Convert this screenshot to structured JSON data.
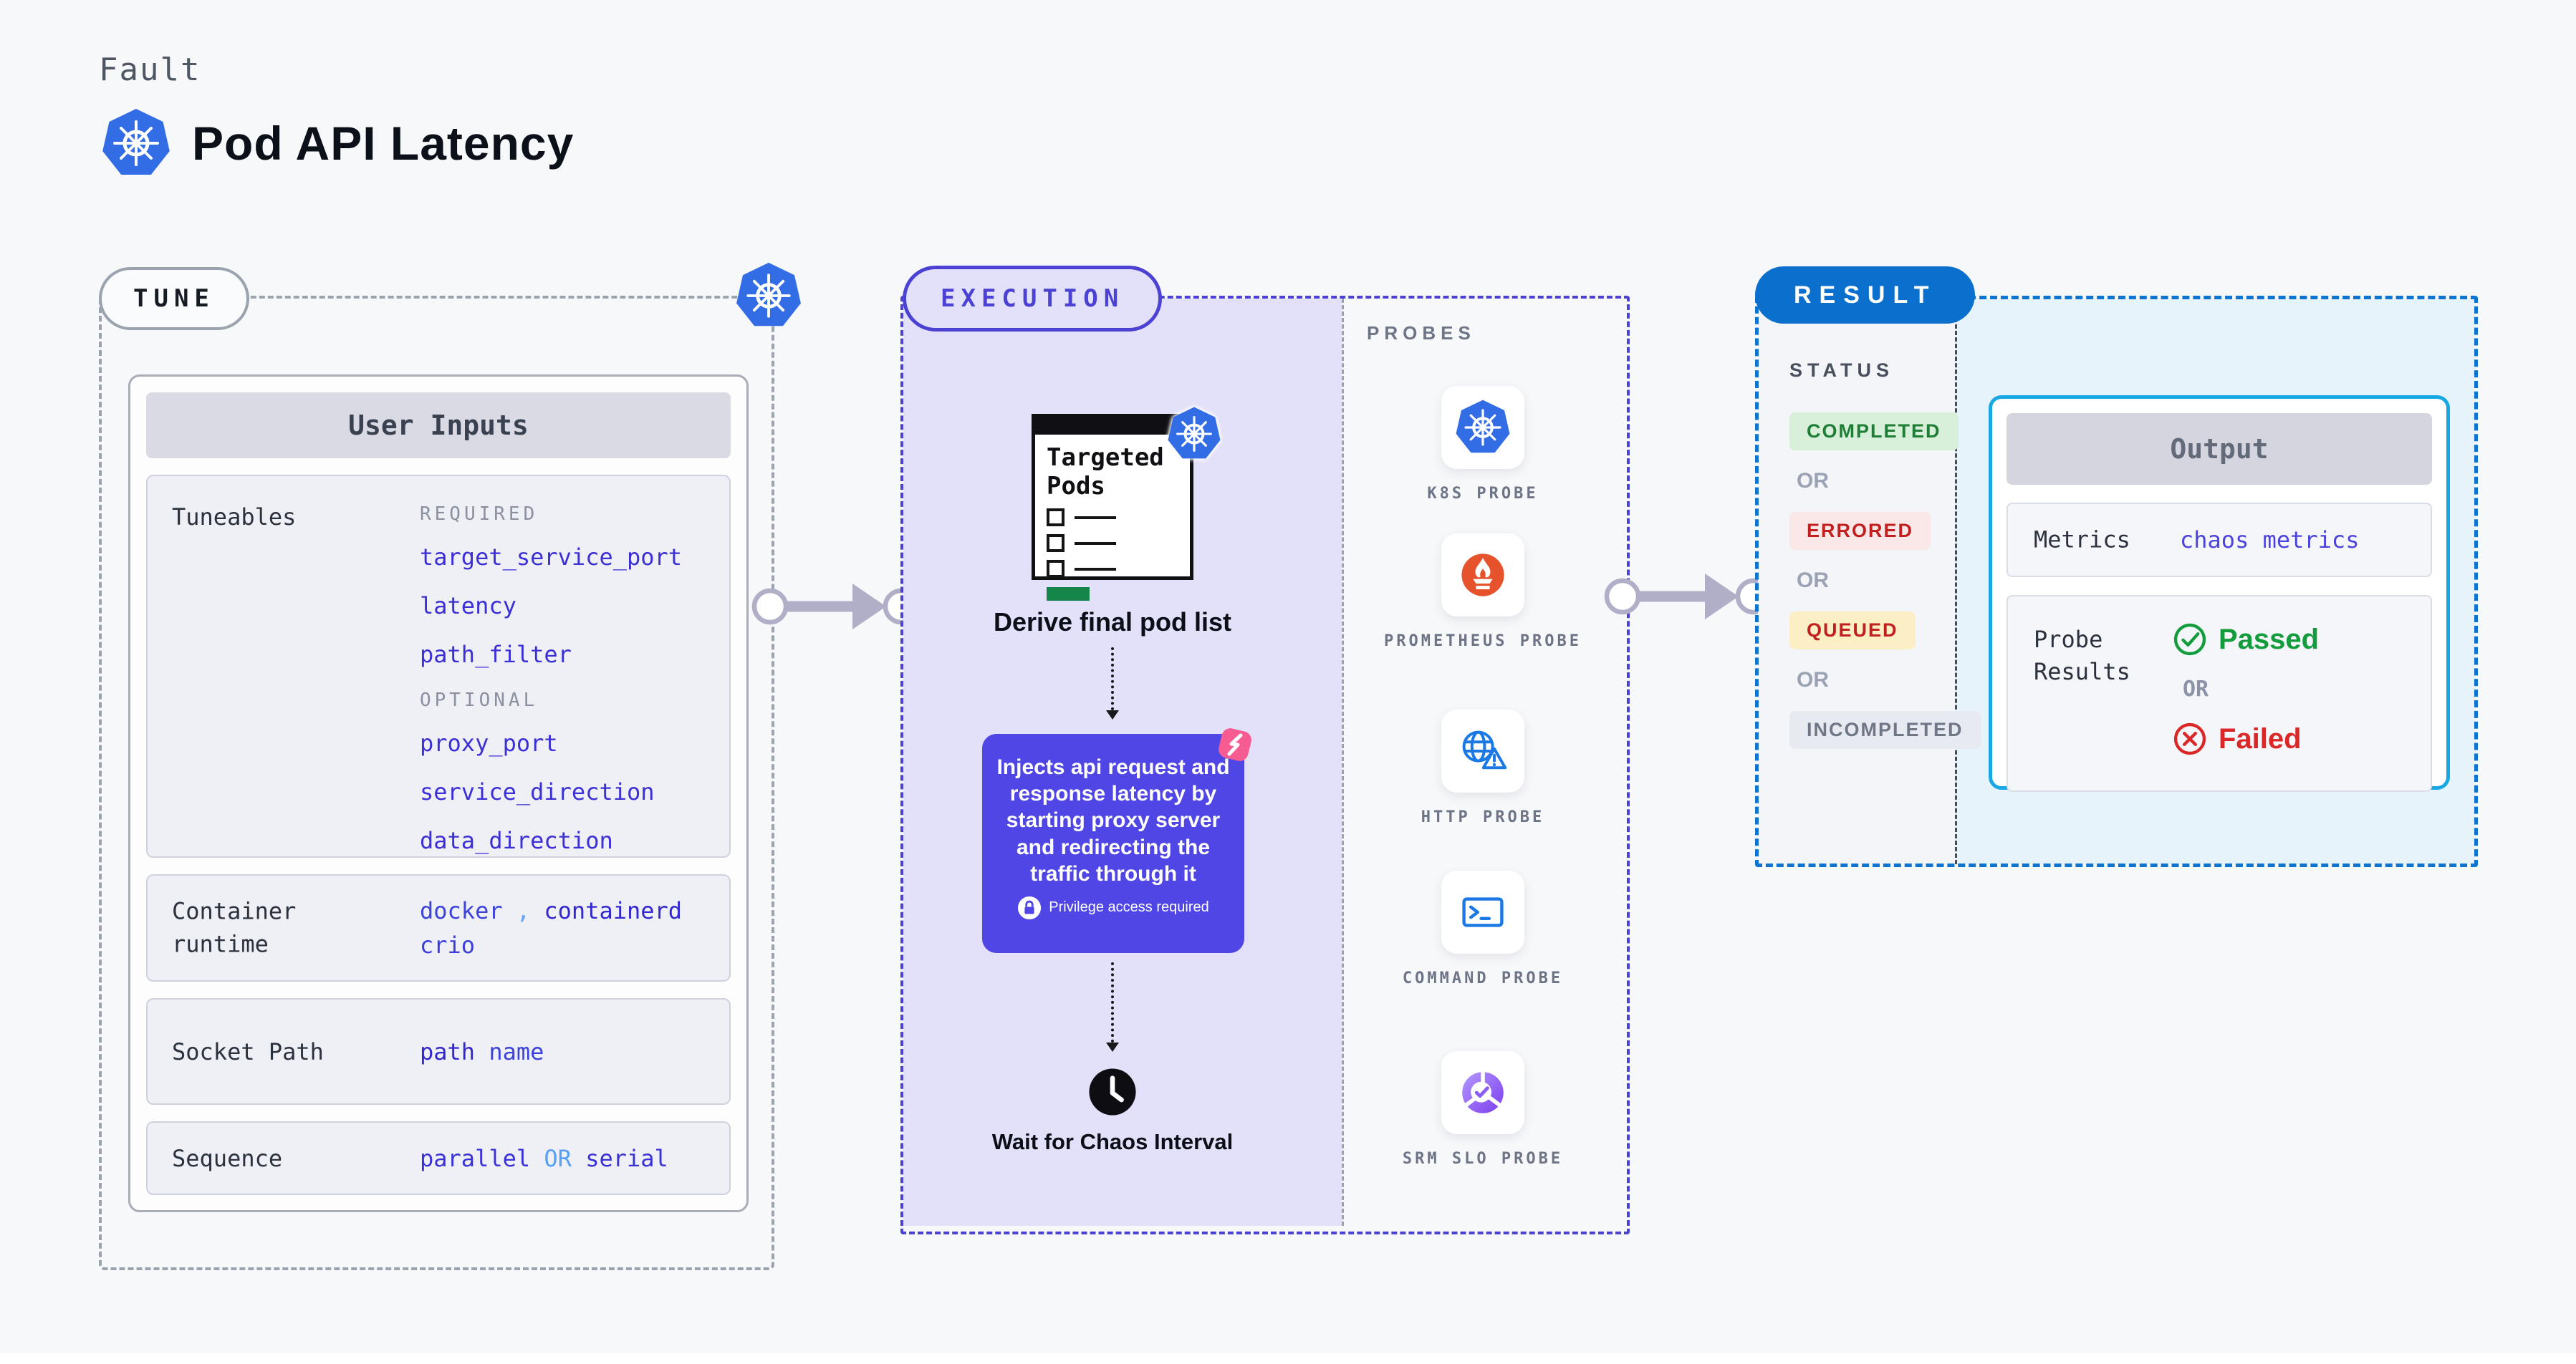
{
  "header": {
    "eyebrow": "Fault",
    "title": "Pod API Latency"
  },
  "tune": {
    "pill": "TUNE",
    "user_inputs": {
      "header": "User Inputs",
      "tuneables": {
        "label": "Tuneables",
        "sections": [
          {
            "heading": "REQUIRED",
            "items": [
              "target_service_port",
              "latency",
              "path_filter"
            ]
          },
          {
            "heading": "OPTIONAL",
            "items": [
              "proxy_port",
              "service_direction",
              "data_direction"
            ]
          }
        ]
      },
      "rows": [
        {
          "label": "Container runtime",
          "lines": [
            [
              {
                "text": "docker",
                "color": "#3d43da"
              },
              {
                "text": " , ",
                "color": "#62a1f5"
              },
              {
                "text": "containerd",
                "color": "#3328cf"
              }
            ],
            [
              {
                "text": "crio",
                "color": "#3d3eda"
              }
            ]
          ]
        },
        {
          "label": "Socket Path",
          "lines": [
            [
              {
                "text": "path ",
                "color": "#3328cf"
              },
              {
                "text": "name",
                "color": "#3d43da"
              }
            ]
          ]
        },
        {
          "label": "Sequence",
          "lines": [
            [
              {
                "text": "parallel ",
                "color": "#3a32d6"
              },
              {
                "text": "OR",
                "color": "#55a0f6"
              },
              {
                "text": " serial",
                "color": "#3a32d6"
              }
            ]
          ]
        }
      ]
    }
  },
  "execution": {
    "pill": "EXECUTION",
    "targeted_pods_title": "Targeted Pods",
    "derive_caption": "Derive final pod list",
    "inject_text": "Injects api request and response latency by starting proxy server and redirecting the traffic through it",
    "privilege_note": "Privilege access required",
    "wait_caption": "Wait for Chaos Interval",
    "probes": {
      "heading": "PROBES",
      "items": [
        {
          "icon": "kubernetes-icon",
          "label": "K8S PROBE"
        },
        {
          "icon": "prometheus-icon",
          "label": "PROMETHEUS PROBE"
        },
        {
          "icon": "http-globe-icon",
          "label": "HTTP PROBE"
        },
        {
          "icon": "command-terminal-icon",
          "label": "COMMAND PROBE"
        },
        {
          "icon": "srm-slo-icon",
          "label": "SRM SLO PROBE"
        }
      ]
    }
  },
  "result": {
    "pill": "RESULT",
    "status": {
      "heading": "STATUS",
      "separator": "OR",
      "badges": [
        {
          "label": "COMPLETED",
          "fg": "#1e7e35",
          "bg": "#d8efd9"
        },
        {
          "label": "ERRORED",
          "fg": "#c12020",
          "bg": "#fae8e8"
        },
        {
          "label": "QUEUED",
          "fg": "#c12020",
          "bg": "#fcefc5"
        },
        {
          "label": "INCOMPLETED",
          "fg": "#6f7786",
          "bg": "#e8eaf1"
        }
      ]
    },
    "output": {
      "header": "Output",
      "metrics_label": "Metrics",
      "metrics_value": "chaos metrics",
      "metrics_value_color": "#4c43dc",
      "probe_results_label": "Probe Results",
      "passed_label": "Passed",
      "or_label": "OR",
      "failed_label": "Failed",
      "passed_color": "#129c3c",
      "failed_color": "#da2727"
    }
  },
  "colors": {
    "k8s_blue": "#326de6",
    "prometheus_orange": "#e6522c",
    "http_blue": "#1b79e6",
    "srm_purple": "#8b5cf6",
    "chaos_pink": "#f65c92",
    "inject_bg": "#4f46e5",
    "tune_accent": "#9aa3ae",
    "exec_accent": "#4b42d4",
    "result_accent": "#0b70cd",
    "output_border": "#17a7e2",
    "pods_green": "#15854a"
  }
}
